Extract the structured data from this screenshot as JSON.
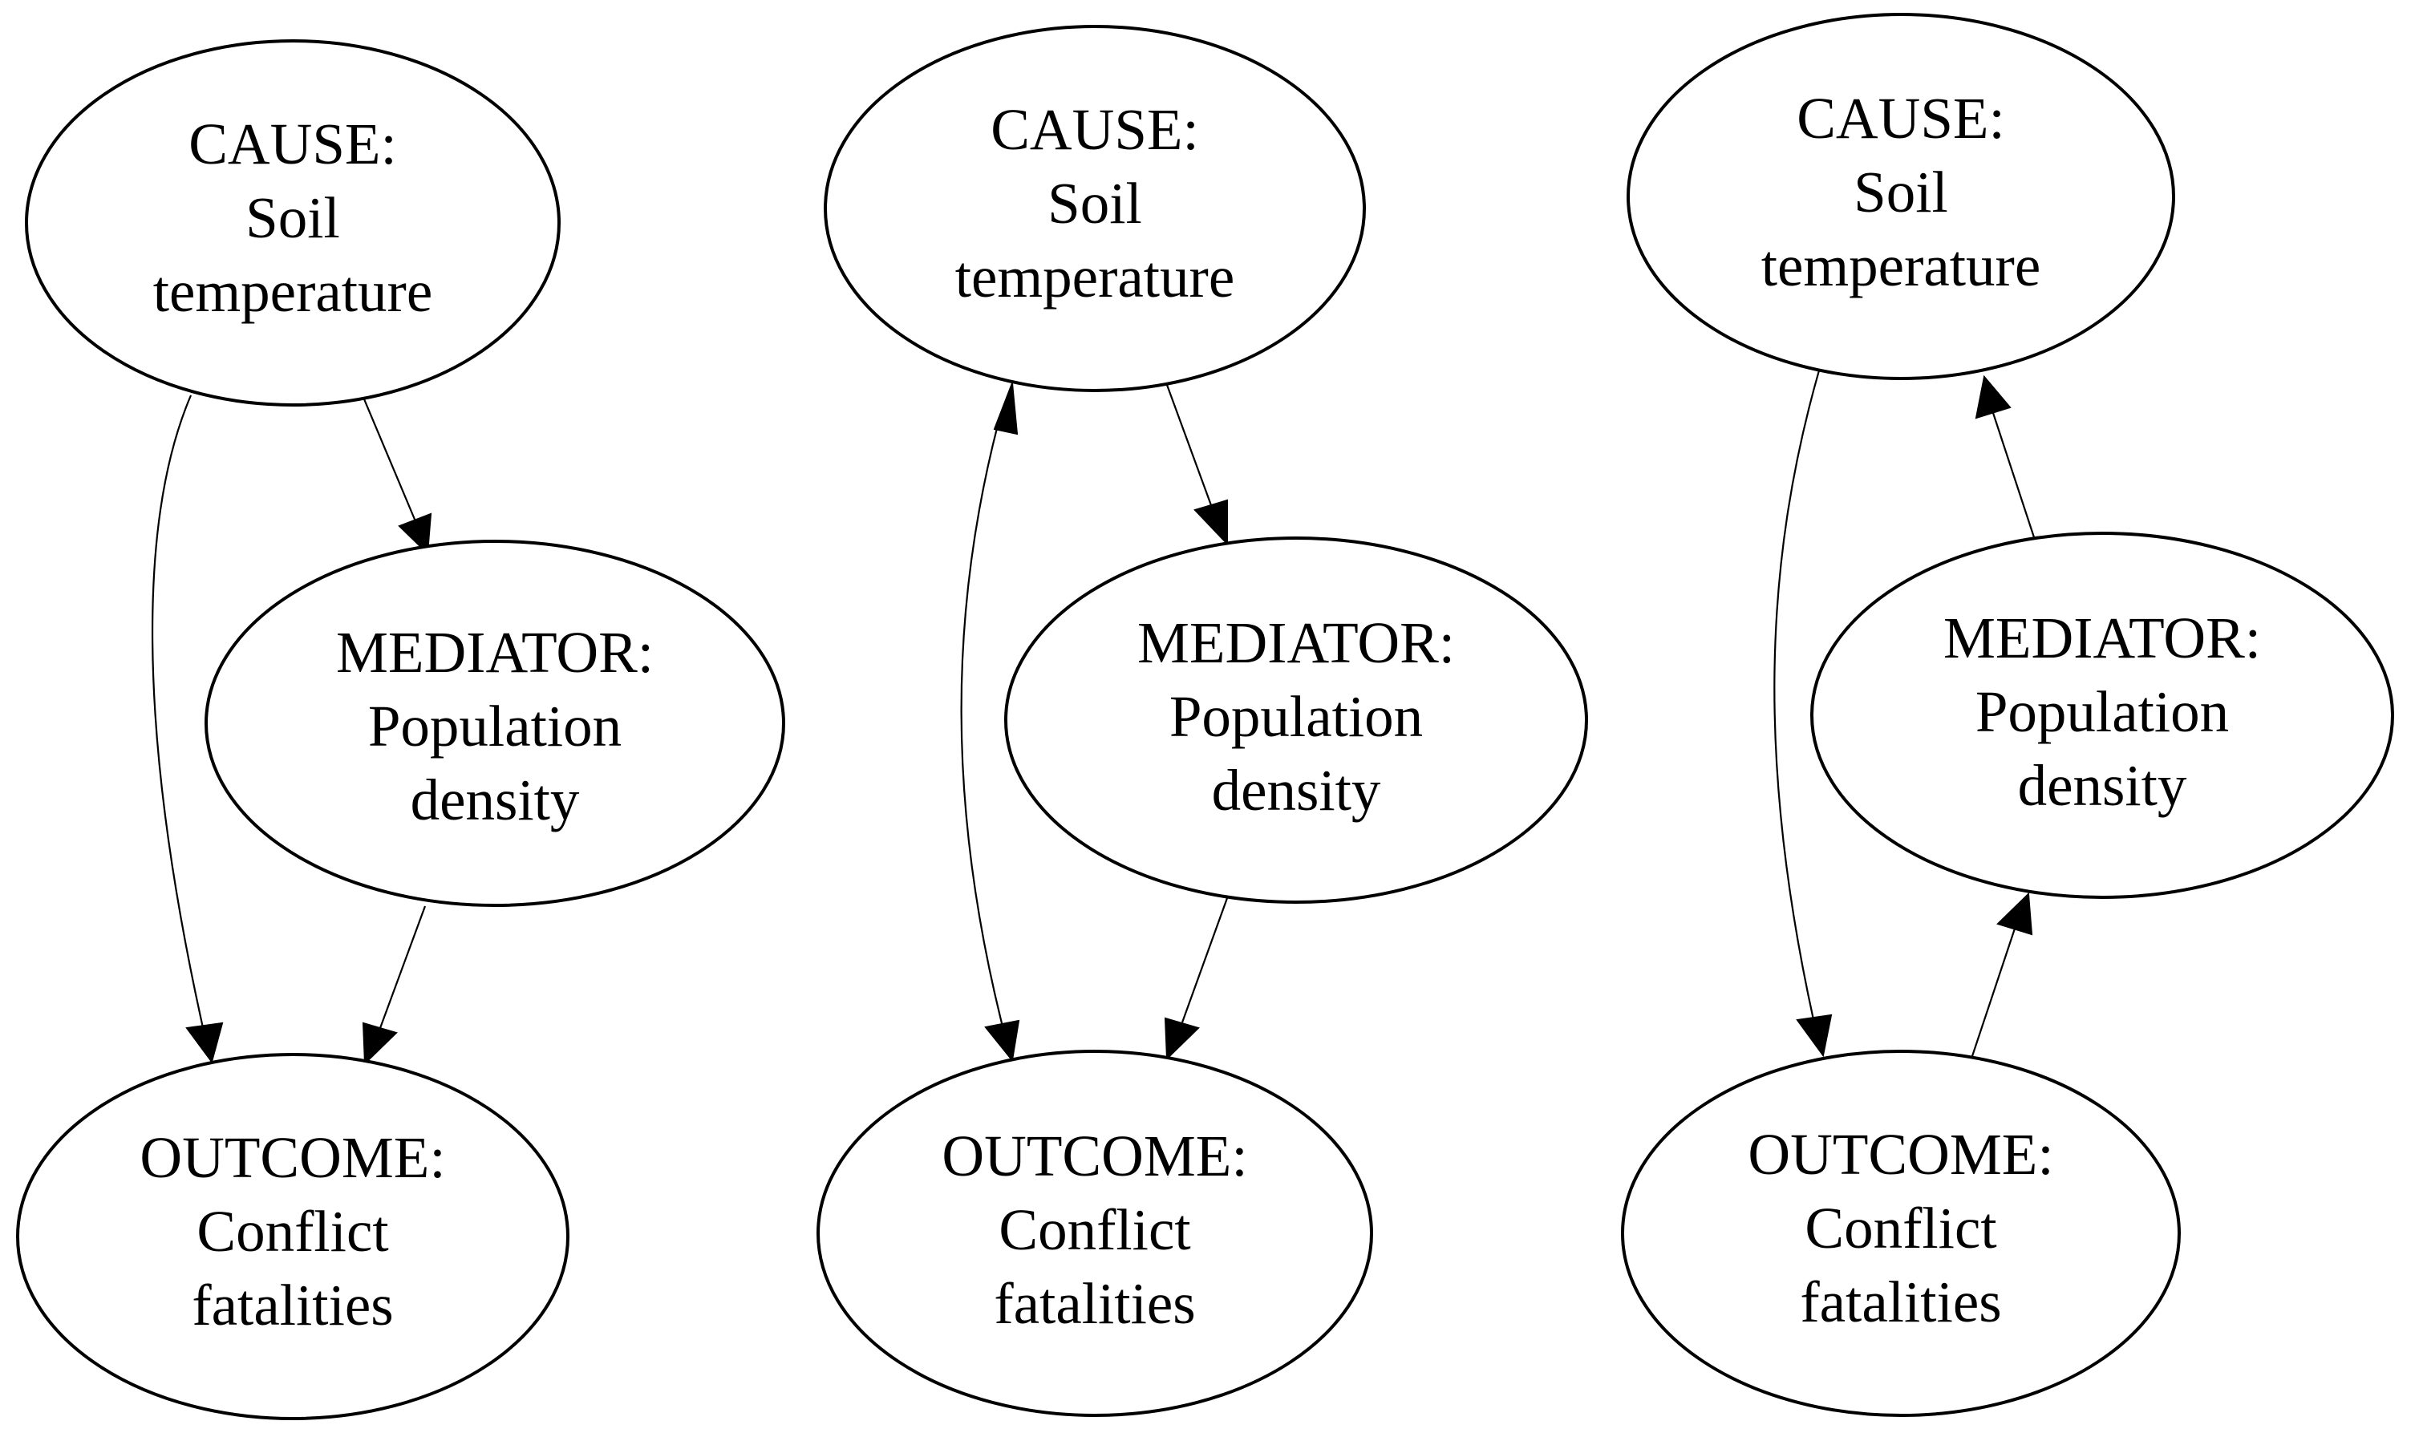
{
  "diagrams": [
    {
      "nodes": {
        "cause": {
          "role": "CAUSE:",
          "line1": "Soil",
          "line2": "temperature"
        },
        "mediator": {
          "role": "MEDIATOR:",
          "line1": "Population",
          "line2": "density"
        },
        "outcome": {
          "role": "OUTCOME:",
          "line1": "Conflict",
          "line2": "fatalities"
        }
      },
      "edges": [
        {
          "from": "cause",
          "to": "mediator",
          "direction": "forward"
        },
        {
          "from": "mediator",
          "to": "outcome",
          "direction": "forward"
        },
        {
          "from": "cause",
          "to": "outcome",
          "direction": "forward"
        }
      ]
    },
    {
      "nodes": {
        "cause": {
          "role": "CAUSE:",
          "line1": "Soil",
          "line2": "temperature"
        },
        "mediator": {
          "role": "MEDIATOR:",
          "line1": "Population",
          "line2": "density"
        },
        "outcome": {
          "role": "OUTCOME:",
          "line1": "Conflict",
          "line2": "fatalities"
        }
      },
      "edges": [
        {
          "from": "cause",
          "to": "mediator",
          "direction": "forward"
        },
        {
          "from": "mediator",
          "to": "outcome",
          "direction": "forward"
        },
        {
          "from": "cause",
          "to": "outcome",
          "direction": "both"
        }
      ]
    },
    {
      "nodes": {
        "cause": {
          "role": "CAUSE:",
          "line1": "Soil",
          "line2": "temperature"
        },
        "mediator": {
          "role": "MEDIATOR:",
          "line1": "Population",
          "line2": "density"
        },
        "outcome": {
          "role": "OUTCOME:",
          "line1": "Conflict",
          "line2": "fatalities"
        }
      },
      "edges": [
        {
          "from": "mediator",
          "to": "cause",
          "direction": "forward"
        },
        {
          "from": "outcome",
          "to": "mediator",
          "direction": "forward"
        },
        {
          "from": "cause",
          "to": "outcome",
          "direction": "forward"
        }
      ]
    }
  ]
}
